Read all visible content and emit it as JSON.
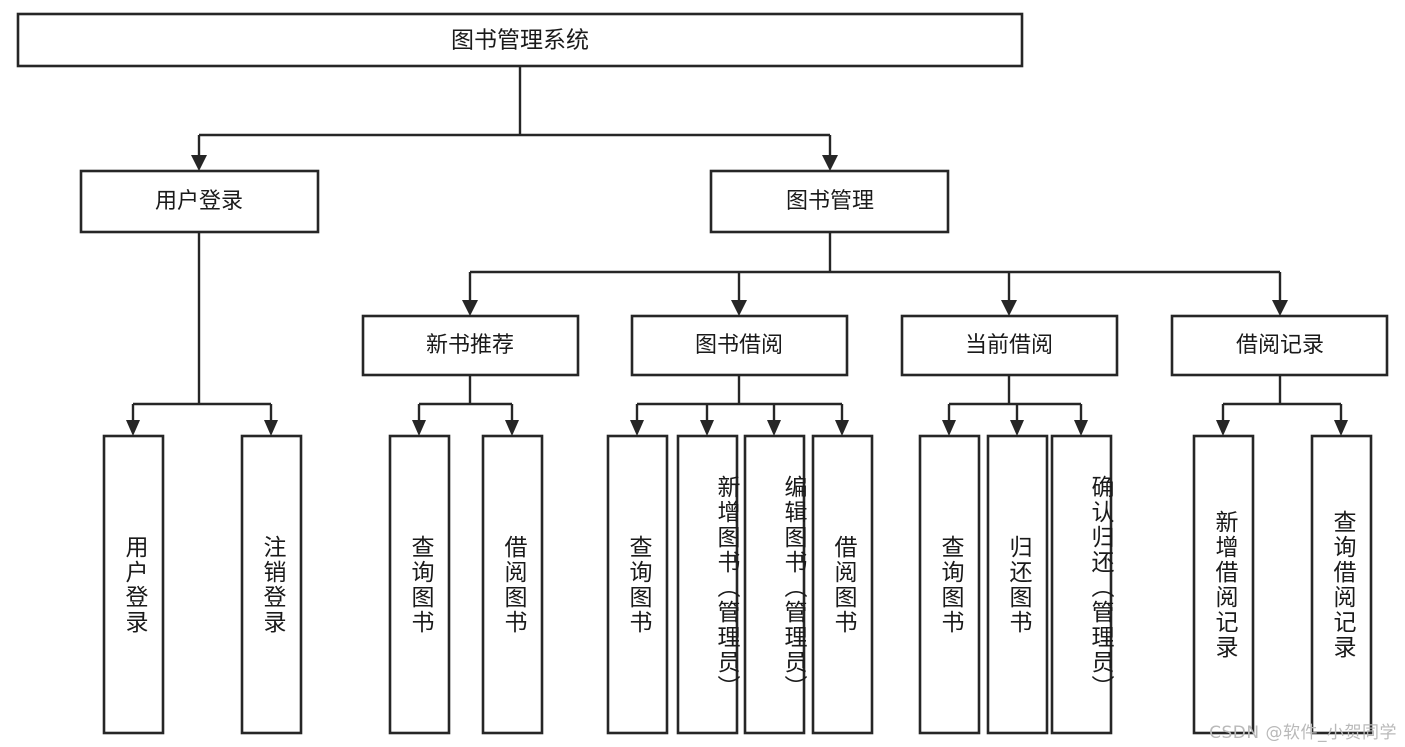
{
  "diagram": {
    "type": "tree",
    "title": "图书管理系统",
    "watermark": "CSDN @软件_小贺同学",
    "colors": {
      "stroke": "#262626",
      "fill": "#ffffff",
      "text": "#1a1a1a",
      "watermark": "#b9b9b9"
    },
    "levels": {
      "root": {
        "label": "图书管理系统"
      },
      "level2": [
        {
          "label": "用户登录"
        },
        {
          "label": "图书管理"
        }
      ],
      "level3": [
        {
          "label": "新书推荐"
        },
        {
          "label": "图书借阅"
        },
        {
          "label": "当前借阅"
        },
        {
          "label": "借阅记录"
        }
      ],
      "leaves": {
        "user_login": [
          {
            "label": "用户登录"
          },
          {
            "label": "注销登录"
          }
        ],
        "new_book_recommend": [
          {
            "label": "查询图书"
          },
          {
            "label": "借阅图书"
          }
        ],
        "book_borrow": [
          {
            "label": "查询图书"
          },
          {
            "label": "新增图书（管理员）"
          },
          {
            "label": "编辑图书（管理员）"
          },
          {
            "label": "借阅图书"
          }
        ],
        "current_borrow": [
          {
            "label": "查询图书"
          },
          {
            "label": "归还图书"
          },
          {
            "label": "确认归还（管理员）"
          }
        ],
        "borrow_record": [
          {
            "label": "新增借阅记录"
          },
          {
            "label": "查询借阅记录"
          }
        ]
      }
    }
  }
}
